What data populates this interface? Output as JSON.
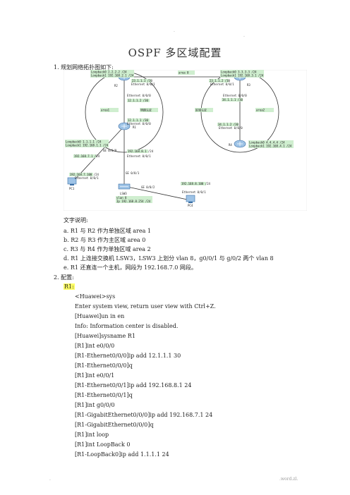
{
  "header_dots": [
    ".",
    "."
  ],
  "title": "OSPF 多区域配置",
  "step1": "1.    规划网络拓扑图如下:",
  "diagram": {
    "area0": "area 0",
    "area1": "area1",
    "area2": "area2",
    "auth1": "明朗认证",
    "auth2": "区域认证",
    "r1": {
      "name": "R1",
      "lb0": "Loopback0 1.1.1.1 /24",
      "lb1": "Loopback1 192.168.1.1 /24",
      "e00": "Ethernet 0/0/0",
      "ip00": "12.1.1.1 /30",
      "g000": "GE 0/0/0",
      "ipg": "192.168.8.1 /24",
      "e01": "Ethernet 0/0/1",
      "ipe01": "192.168.7.1 /24"
    },
    "r2": {
      "name": "R2",
      "lb0": "Loopback0 2.2.2.2 /24",
      "lb1": "Loopback1 192.168.2.1 /24",
      "ip1": "23.1.1.1 /30",
      "e01": "Ethernet 0/0/1",
      "e00": "Ethernet 0/0/0",
      "ip2": "12.1.1.2 /30"
    },
    "r3": {
      "name": "R3",
      "lb0": "Loopback0 3.3.3.3 /24",
      "lb1": "Loopback1 192.168.3.1 /24",
      "ip1": "23.1.1.2 /30",
      "e01": "Ethernet 0/0/1",
      "e00": "Ethernet 0/0/0",
      "ip2": "34.1.1.1 /30"
    },
    "r4": {
      "name": "R4",
      "lb0": "Loopback0 4.4.4.4 /24",
      "lb1": "Loopback1 192.168.4.1 /24",
      "ip": "34.1.1.2 /30",
      "e00": "Ethernet 0/0/0"
    },
    "pc1": {
      "name": "PC1",
      "ip": "192.168.7.100 /24",
      "port": "Ethernet 0/0/1"
    },
    "lsw3": {
      "name": "LSW3",
      "vlan": "vlan 8",
      "ip": "Ip 192.168.8.254 /24",
      "g01": "GE 0/0/1",
      "g02": "GE 0/0/2"
    },
    "pc4": {
      "name": "PC4",
      "ip": "192.168.8.100 /24",
      "port": "Ethernet 0/0/1"
    }
  },
  "desc_title": "文字说明:",
  "desc": [
    "a.    R1 与 R2 作为单独区域 area 1",
    "b.    R2 与 R3 作为主区域 area 0",
    "c.    R3 与 R4 作为单独区域 area 2",
    "d.    R1 上连接交换机 LSW3，LSW3 上划分 vlan 8，g0/0/1 与 g/0/2 两个 vlan 8",
    "e.    R1 还直连一个主机，网段为 192.168.7.0 网段。"
  ],
  "step2": "2.    配置:",
  "r1_label": "R1:",
  "config": [
    "<Huawei>sys",
    "Enter system view, return user view with Ctrl+Z.",
    "[Huawei]un in en",
    "Info: Information center is disabled.",
    "[Huawei]sysname R1",
    "[R1]int e0/0/0",
    "[R1-Ethernet0/0/0]ip add 12.1.1.1 30",
    "[R1-Ethernet0/0/0]q",
    "[R1]int e0/0/1",
    "[R1-Ethernet0/0/1]ip add 192.168.8.1 24",
    "[R1-Ethernet0/0/1]q",
    "[R1]int g0/0/0",
    "[R1-GigabitEthernet0/0/0]ip add 192.168.7.1 24",
    "[R1-GigabitEthernet0/0/0]q",
    "[R1]int loop",
    "[R1]int LoopBack 0",
    "[R1-LoopBack0]ip add 1.1.1.1 24"
  ],
  "footer_left": ".",
  "footer_right": ".word.zl."
}
